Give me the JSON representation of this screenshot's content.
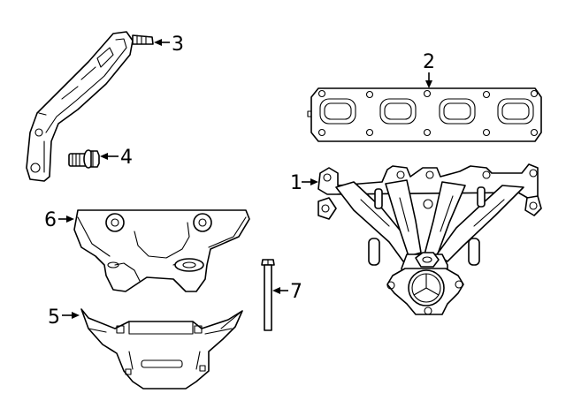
{
  "diagram": {
    "callouts": [
      {
        "id": "1",
        "label": "1"
      },
      {
        "id": "2",
        "label": "2"
      },
      {
        "id": "3",
        "label": "3"
      },
      {
        "id": "4",
        "label": "4"
      },
      {
        "id": "5",
        "label": "5"
      },
      {
        "id": "6",
        "label": "6"
      },
      {
        "id": "7",
        "label": "7"
      }
    ],
    "colors": {
      "line": "#000000",
      "fill": "#ffffff",
      "background": "#ffffff"
    }
  }
}
